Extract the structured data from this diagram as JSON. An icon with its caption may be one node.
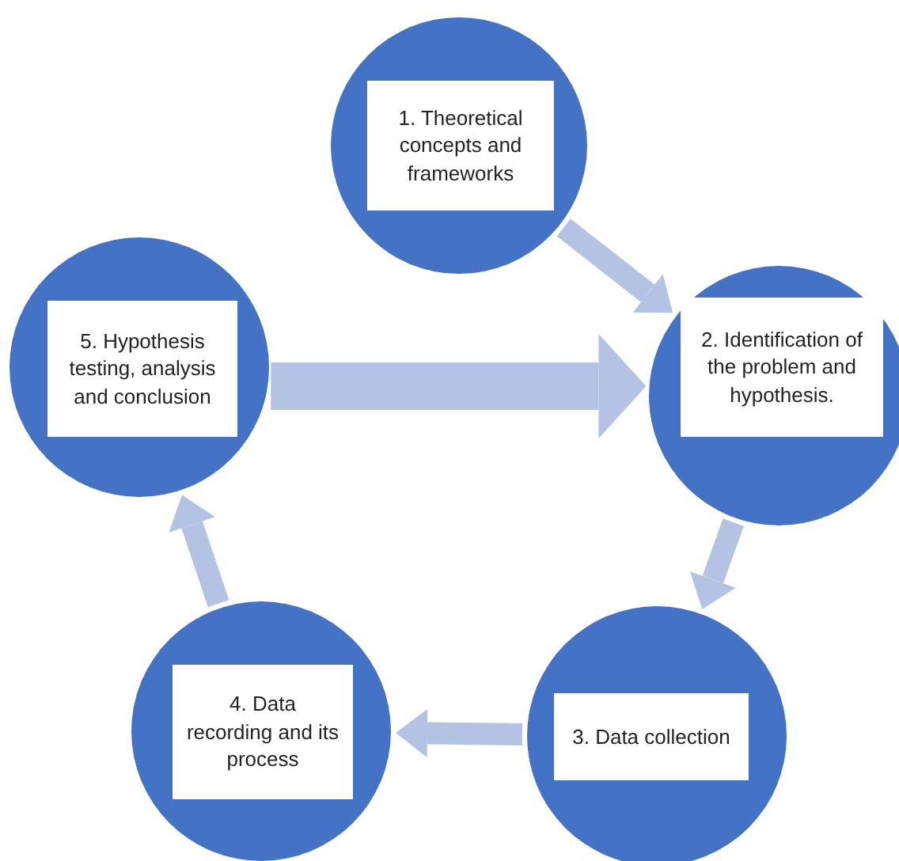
{
  "diagram": {
    "nodes": [
      {
        "text": [
          "1. Theoretical concepts and frameworks"
        ]
      },
      {
        "text": [
          "2. Identification of the problem and hypothesis."
        ]
      },
      {
        "text": [
          "3. Data collection"
        ]
      },
      {
        "text": [
          "4. Data recording and its process"
        ]
      },
      {
        "text": [
          "5. Hypothesis testing, analysis and conclusion"
        ]
      }
    ],
    "edges": [
      {
        "from": 0,
        "to": 1,
        "arrow": "to"
      },
      {
        "from": 1,
        "to": 2,
        "arrow": "to"
      },
      {
        "from": 2,
        "to": 3,
        "arrow": "to"
      },
      {
        "from": 3,
        "to": 4,
        "arrow": "to"
      },
      {
        "from": 4,
        "to": 1,
        "arrow": "to",
        "style": "thick"
      }
    ]
  }
}
